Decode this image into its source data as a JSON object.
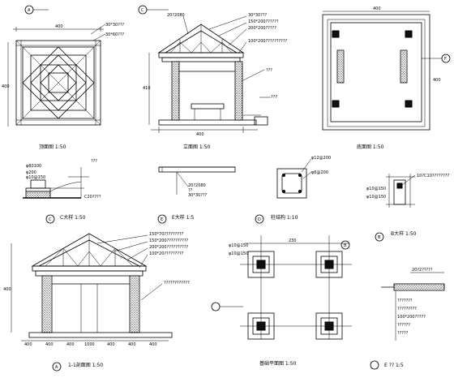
{
  "views": {
    "roof_plan": {
      "caption": "顶面图 1:50",
      "marker": "A",
      "dim_top": "400",
      "dim_side": "400",
      "note1": "30*30???",
      "note2": "30*60???"
    },
    "elevation": {
      "caption": "立面图 1:50",
      "marker": "C",
      "dim_bottom": "400",
      "notes": [
        "20?2080",
        "30*30???",
        "150*200??????",
        "200*200?????",
        "100*200??????????"
      ],
      "ground_note": "???",
      "level_note": "???",
      "side_dim": "410"
    },
    "floor_plan": {
      "caption": "底面图 1:50",
      "marker": "F",
      "dim_top": "400",
      "dim_side": "400"
    },
    "detail_c": {
      "caption": "C大样 1:50",
      "marker": "C",
      "notes": [
        "???",
        "φ80100",
        "φ200",
        "φ10@150",
        "C20????"
      ]
    },
    "detail_e": {
      "caption": "E大样 1:5",
      "marker": "E",
      "notes": [
        "20?2080",
        "??",
        "30*30???"
      ]
    },
    "column": {
      "caption": "柱结构 1:10",
      "marker": "D",
      "notes": [
        "φ12@200",
        "φ6@200"
      ]
    },
    "detail_b": {
      "caption": "B大样 1:50",
      "marker": "B",
      "notes": [
        "10?C10????????",
        "φ10@150",
        "φ10@150"
      ]
    },
    "section": {
      "caption": "1-1剖面图 1:50",
      "marker": "A",
      "notes": [
        "150*70?????????",
        "150*200??????????",
        "200*200??????????",
        "100*20?????????",
        "????????????"
      ],
      "dims": [
        "400",
        "400",
        "400",
        "1000",
        "400",
        "400",
        "400"
      ]
    },
    "foundation": {
      "caption": "基础平面图 1:50",
      "marker": "B",
      "notes": [
        "φ10@150",
        "φ10@150"
      ],
      "dim": "230"
    },
    "detail_right": {
      "notes": [
        "20?2?????",
        "???????",
        "?????????",
        "100*200?????",
        "??????",
        "?????"
      ],
      "caption": "E  ?? 1:5"
    }
  }
}
